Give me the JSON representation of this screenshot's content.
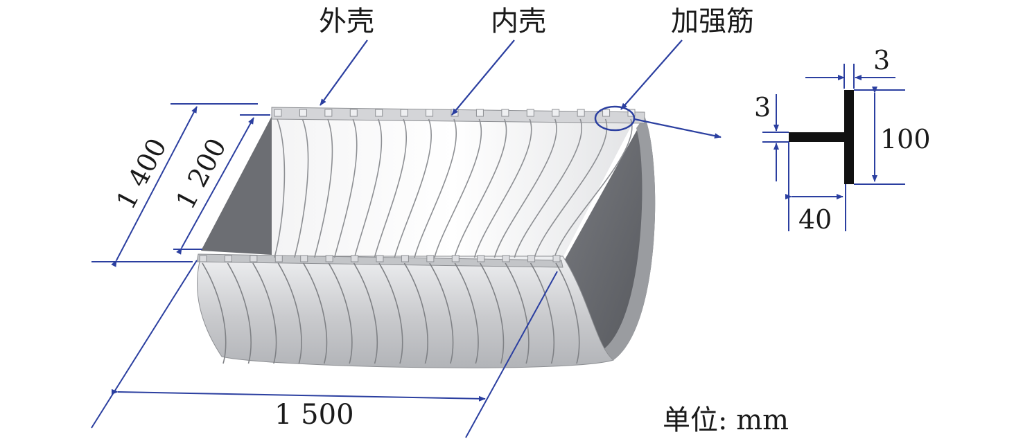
{
  "labels": {
    "outer_shell": "外壳",
    "inner_shell": "内壳",
    "stiffener": "加强筋"
  },
  "dimensions": {
    "outer_diameter": "1 400",
    "inner_diameter": "1 200",
    "length": "1 500",
    "flange_thickness": "3",
    "web_thickness": "3",
    "web_height": "100",
    "flange_width": "40"
  },
  "unit": "单位: mm",
  "colors": {
    "annotation": "#2b3fa0",
    "shell_light": "#d9dadd",
    "shell_mid": "#b8babe",
    "shell_dark": "#6e7075",
    "section": "#111111"
  }
}
